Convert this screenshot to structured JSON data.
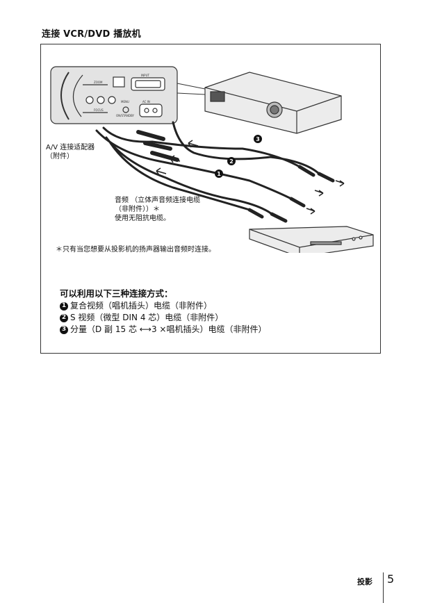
{
  "page": {
    "heading": "连接 VCR/DVD 播放机"
  },
  "figure": {
    "adapter_label_line1": "A/V 连接适配器",
    "adapter_label_line2": "（附件）",
    "audio_label_line1": "音频 （立体声音频连接电缆",
    "audio_label_line2": "（非附件））＊",
    "audio_label_line3": "使用无阻抗电缆。",
    "markers": [
      "1",
      "2",
      "3"
    ],
    "panel_text": [
      "ZOOM",
      "FOCUS",
      "INPUT",
      "AC IN",
      "MENU",
      "ON/STANDBY"
    ]
  },
  "note": "＊只有当您想要从投影机的扬声器输出音频时连接。",
  "methods": {
    "title": "可以利用以下三种连接方式：",
    "items": [
      {
        "num": "1",
        "text": "复合视频（唱机插头）电缆（非附件）"
      },
      {
        "num": "2",
        "text": "S 视频（微型 DIN 4 芯）电缆（非附件）"
      },
      {
        "num": "3",
        "text": "分量（D 副 15 芯 ⟷3 ×唱机插头）电缆（非附件）"
      }
    ]
  },
  "footer": {
    "section": "投影",
    "page_number": "5"
  }
}
